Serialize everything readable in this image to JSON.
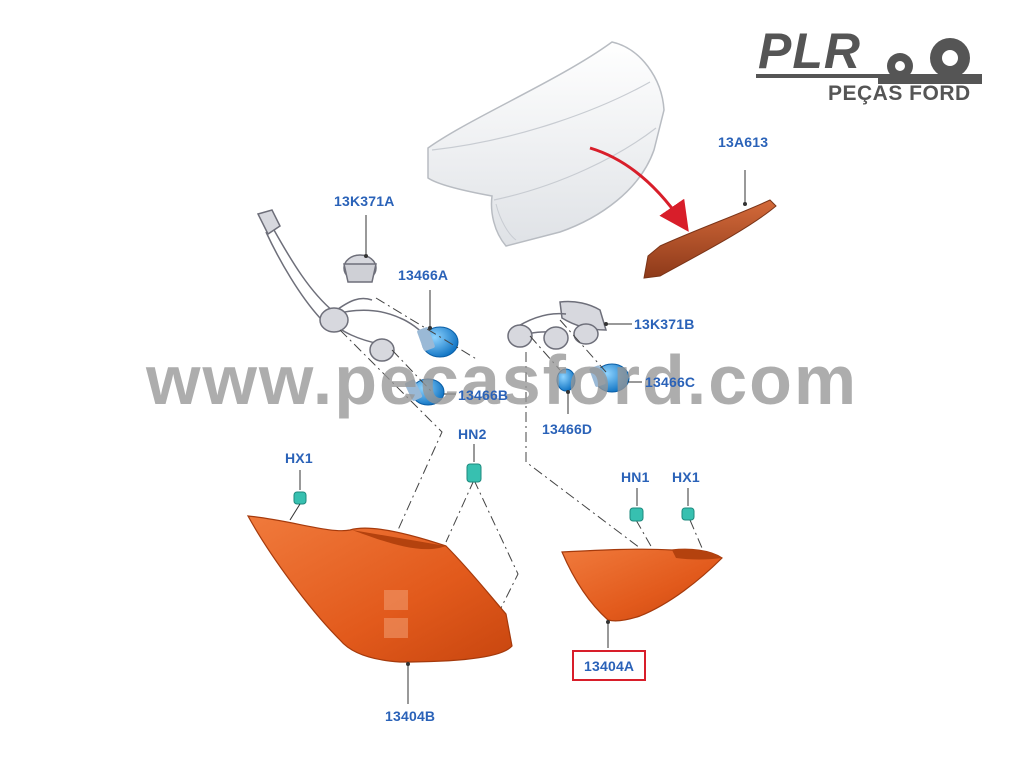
{
  "logo": {
    "brand": "PLR",
    "subtitle": "PEÇAS FORD"
  },
  "watermark": "www.pecasford.com",
  "callouts": {
    "rear_lamp": "13A613",
    "harness_left": "13K371A",
    "bulb_a": "13466A",
    "bulb_b": "13466B",
    "harness_right": "13K371B",
    "bulb_c": "13466C",
    "bulb_d": "13466D",
    "hx1_left": "HX1",
    "hn2": "HN2",
    "hn1": "HN1",
    "hx1_right": "HX1",
    "lamp_b": "13404B",
    "lamp_a": "13404A"
  },
  "highlighted_part": "13404A",
  "colors": {
    "callout_text": "#2a62b8",
    "highlight_box": "#d81e2a",
    "lamp_fill": "#e8561a",
    "bulb_fill": "#1f8fd8",
    "clip_fill": "#37c0b0",
    "arrow": "#d81e2a"
  }
}
